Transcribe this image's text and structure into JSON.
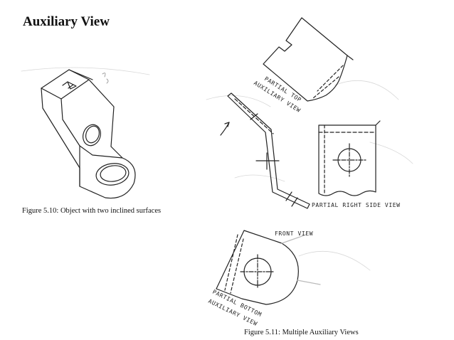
{
  "page": {
    "title": "Auxiliary View",
    "figure_510_caption": "Figure 5.10: Object with two inclined surfaces",
    "figure_511_caption": "Figure 5.11: Multiple Auxiliary Views"
  },
  "drawing_labels": {
    "partial_top_line1": "PARTIAL TOP",
    "partial_top_line2": "AUXILIARY VIEW",
    "partial_right_side": "PARTIAL RIGHT SIDE VIEW",
    "front_view": "FRONT VIEW",
    "partial_bottom_line1": "PARTIAL BOTTOM",
    "partial_bottom_line2": "AUXILIARY VIEW"
  },
  "colors": {
    "ink": "#222222",
    "paper": "#ffffff"
  }
}
